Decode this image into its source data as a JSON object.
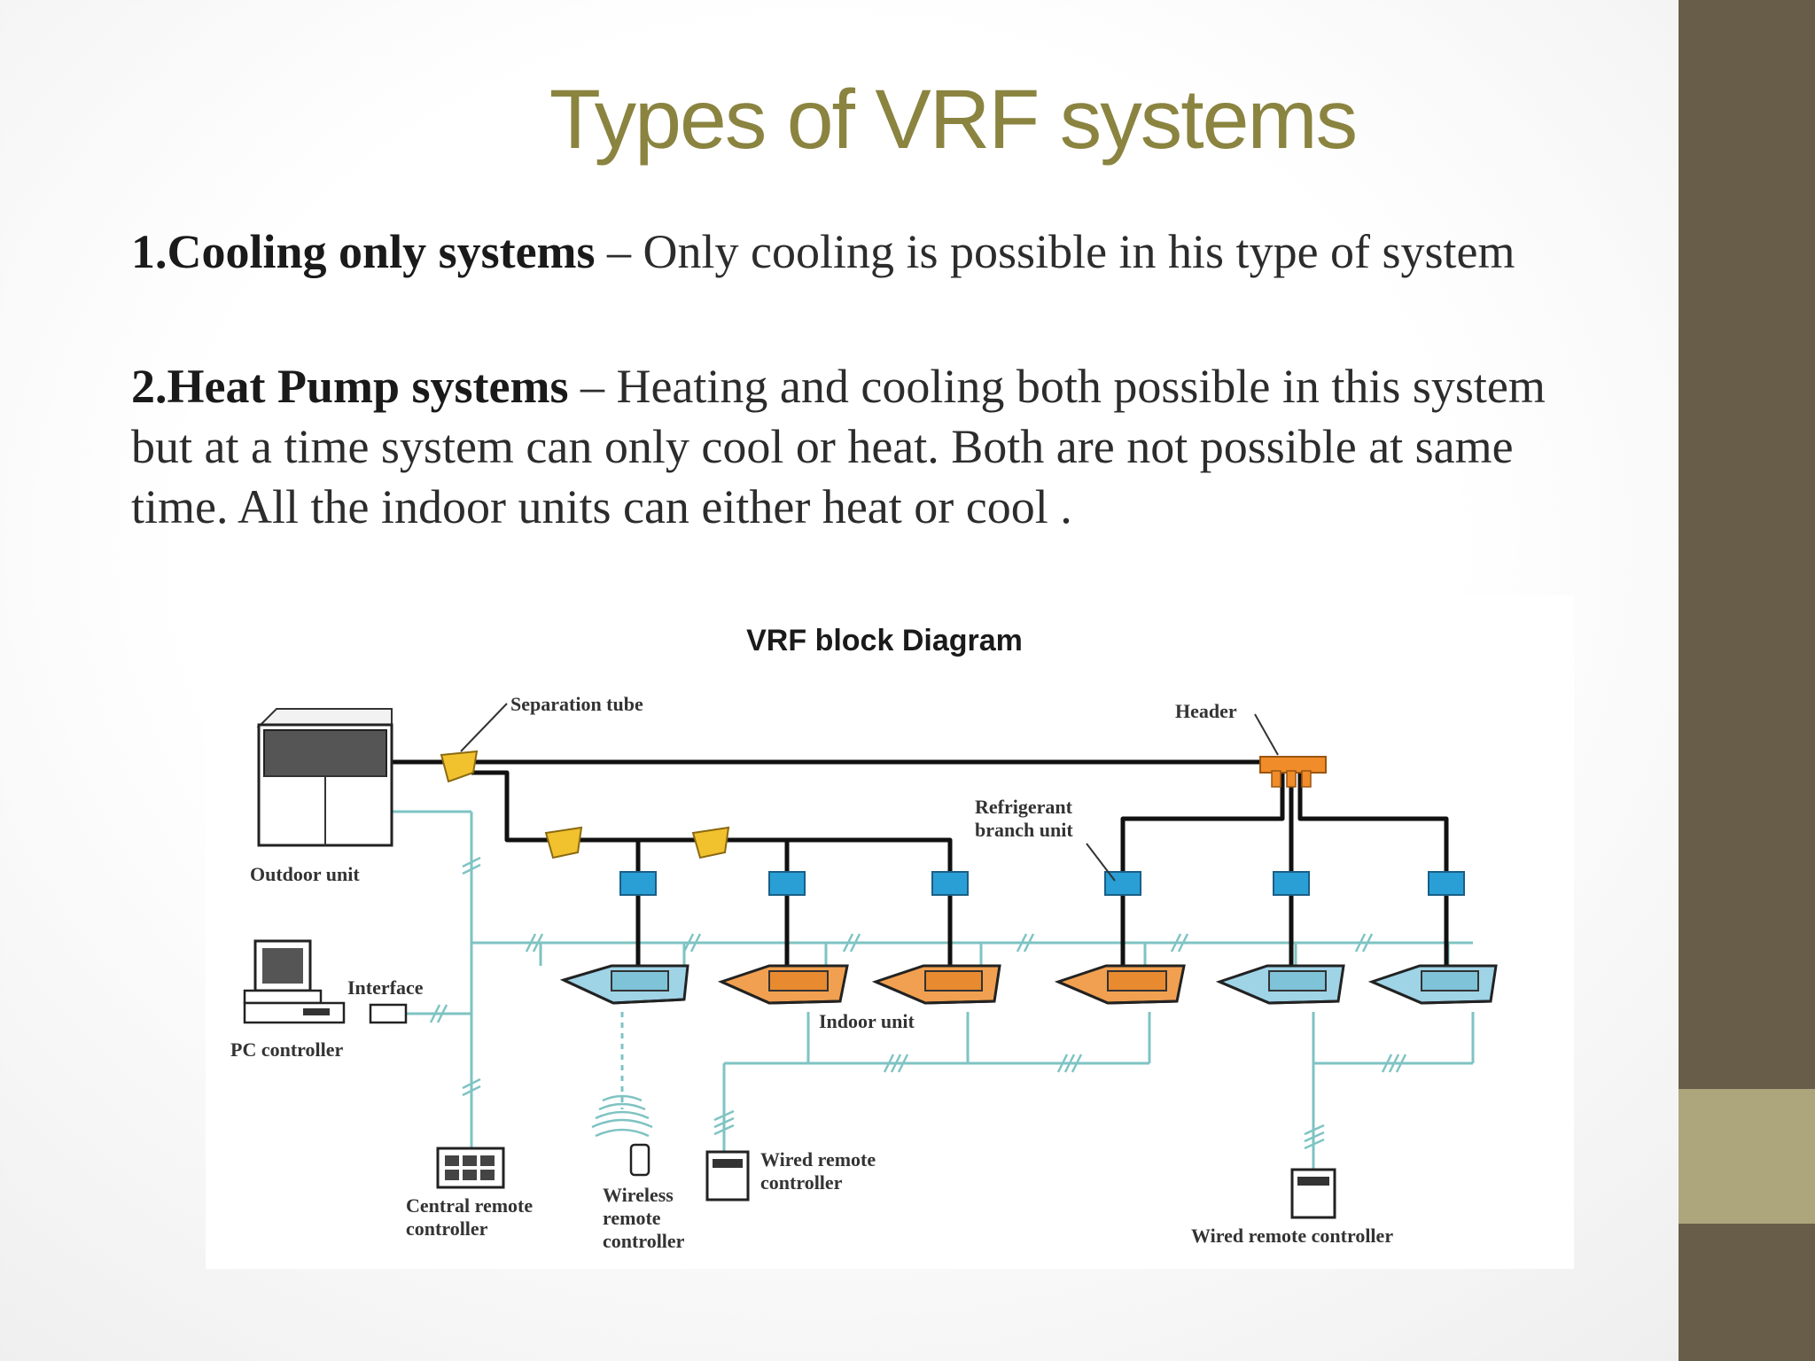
{
  "slide": {
    "title": "Types of VRF systems",
    "items": [
      {
        "heading": "1.Cooling only systems",
        "text": " – Only cooling is possible in his type of system"
      },
      {
        "heading": "2.Heat Pump systems",
        "text": " – Heating and cooling both possible in this system but at a time system can only cool or heat. Both are not possible at same time. All the indoor units can either heat or cool ."
      }
    ]
  },
  "diagram": {
    "title": "VRF block Diagram",
    "labels": {
      "separation_tube": "Separation tube",
      "header": "Header",
      "refrigerant_1": "Refrigerant",
      "refrigerant_2": "branch unit",
      "outdoor_unit": "Outdoor unit",
      "interface": "Interface",
      "pc_controller": "PC controller",
      "indoor_unit": "Indoor unit",
      "central_1": "Central remote",
      "central_2": "controller",
      "wireless_1": "Wireless",
      "wireless_2": "remote",
      "wireless_3": "controller",
      "wired_1": "Wired remote",
      "wired_2": "controller",
      "wired_full": "Wired remote controller"
    }
  },
  "colors": {
    "title": "#8a8440",
    "sidebar": "#685d49",
    "sidebar_accent": "#ada57c",
    "pipe": "#111111",
    "signal": "#7fc3c3",
    "branch_unit": "#2a9fd6",
    "separation_tube": "#f2c12e",
    "header": "#f08c2a",
    "indoor_orange": "#f0a050",
    "indoor_blue": "#9fd3e6"
  }
}
